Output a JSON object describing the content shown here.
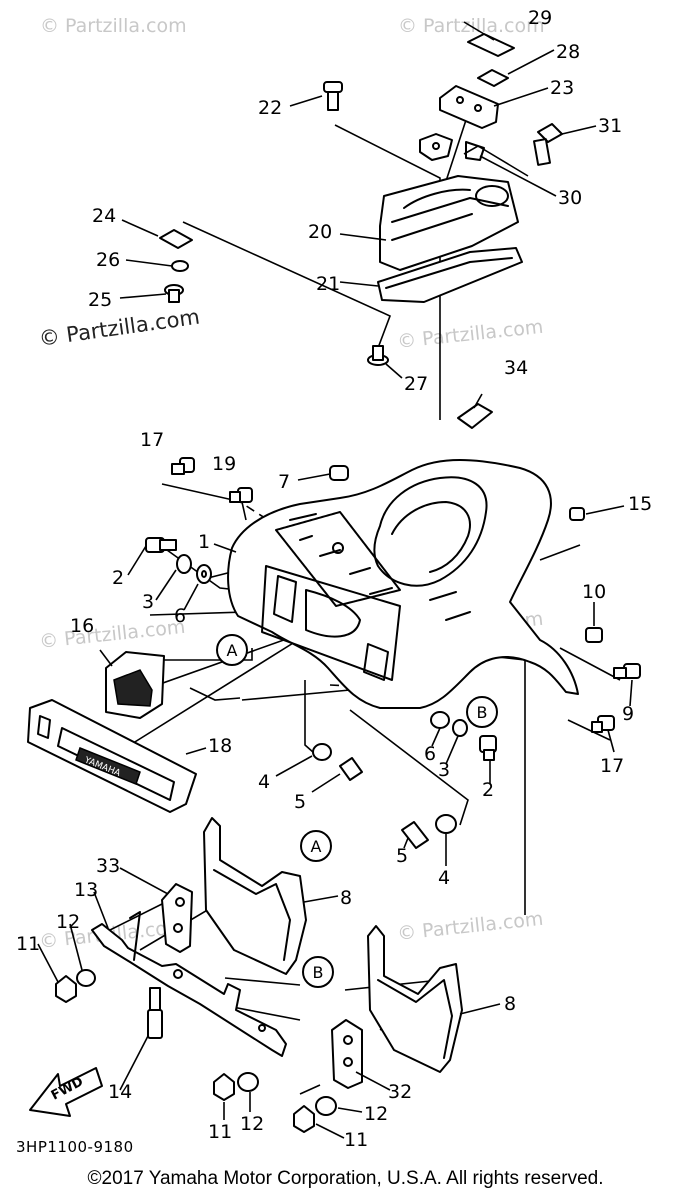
{
  "watermarks": {
    "faint": "© Partzilla.com",
    "dark": "© Partzilla.com"
  },
  "callouts": {
    "c1": "1",
    "c2a": "2",
    "c2b": "2",
    "c3a": "3",
    "c3b": "3",
    "c4a": "4",
    "c4b": "4",
    "c5a": "5",
    "c5b": "5",
    "c6a": "6",
    "c6b": "6",
    "c7": "7",
    "c8a": "8",
    "c8b": "8",
    "c9": "9",
    "c10": "10",
    "c11a": "11",
    "c11b": "11",
    "c11c": "11",
    "c12a": "12",
    "c12b": "12",
    "c12c": "12",
    "c13": "13",
    "c14": "14",
    "c15": "15",
    "c16": "16",
    "c17a": "17",
    "c17b": "17",
    "c18": "18",
    "c19": "19",
    "c20": "20",
    "c21": "21",
    "c22": "22",
    "c23": "23",
    "c24": "24",
    "c25": "25",
    "c26": "26",
    "c27": "27",
    "c28": "28",
    "c29": "29",
    "c30": "30",
    "c31": "31",
    "c32": "32",
    "c33": "33",
    "c34": "34"
  },
  "refs": {
    "a": "A",
    "b": "B"
  },
  "fwd_label": "FWD",
  "diagram_code": "3HP1100-9180",
  "copyright": "©2017 Yamaha Motor Corporation, U.S.A. All rights reserved."
}
